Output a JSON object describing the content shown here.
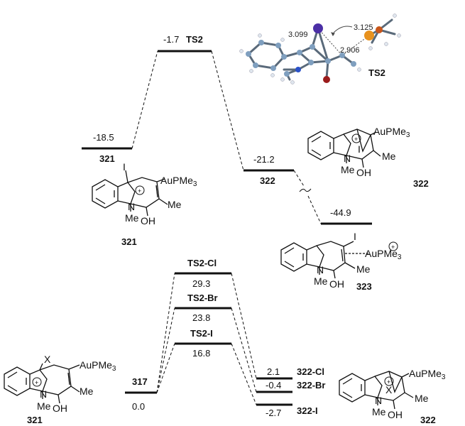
{
  "upper_profile": {
    "levels": [
      {
        "id": "321",
        "label": "321",
        "energy": "-18.5"
      },
      {
        "id": "TS2",
        "label": "TS2",
        "energy": "-1.7"
      },
      {
        "id": "322",
        "label": "322",
        "energy": "-21.2"
      },
      {
        "id": "323",
        "label": "",
        "energy": "-44.9"
      }
    ]
  },
  "lower_profile": {
    "levels": [
      {
        "id": "317",
        "label": "317",
        "energy": "0.0"
      },
      {
        "id": "TS2-Cl",
        "label": "TS2-Cl",
        "energy": "29.3"
      },
      {
        "id": "TS2-Br",
        "label": "TS2-Br",
        "energy": "23.8"
      },
      {
        "id": "TS2-I",
        "label": "TS2-I",
        "energy": "16.8"
      },
      {
        "id": "322-Cl",
        "label": "322-Cl",
        "energy": "2.1"
      },
      {
        "id": "322-Br",
        "label": "322-Br",
        "energy": "-0.4"
      },
      {
        "id": "322-I",
        "label": "322-I",
        "energy": "-2.7"
      }
    ]
  },
  "ts_model": {
    "label": "TS2",
    "distances": [
      "3.099",
      "3.125",
      "2.906"
    ]
  },
  "structures": {
    "s321_top": {
      "number": "321",
      "iodo": "I",
      "metal": "AuPMe",
      "metal_sub": "3",
      "n": "N",
      "n_me": "Me",
      "oh": "OH",
      "me": "Me",
      "charge": "+"
    },
    "s322_top": {
      "number": "322",
      "iodo": "I",
      "metal": "AuPMe",
      "metal_sub": "3",
      "n": "N",
      "n_me": "Me",
      "oh": "OH",
      "me": "Me",
      "charge": "+"
    },
    "s323": {
      "number": "323",
      "iodo": "I",
      "metal": "AuPMe",
      "metal_sub": "3",
      "n": "N",
      "n_me": "Me",
      "oh": "OH",
      "me": "Me",
      "charge": "+"
    },
    "s321_bottom": {
      "number": "321",
      "halogen": "X",
      "metal": "AuPMe",
      "metal_sub": "3",
      "n": "N",
      "n_me": "Me",
      "oh": "OH",
      "me": "Me",
      "charge": "+"
    },
    "s322_bottom": {
      "number": "322",
      "halogen": "X",
      "metal": "AuPMe",
      "metal_sub": "3",
      "n": "N",
      "n_me": "Me",
      "oh": "OH",
      "me": "Me",
      "charge": "+"
    }
  },
  "colors": {
    "ink": "#111111",
    "iodine": "#4b2fa6",
    "gold": "#e8921e",
    "phosphorus": "#c8561a",
    "bromine": "#9a1b1b",
    "carbon": "#7f9fbf",
    "hydrogen": "#dfe6ee",
    "nitrogen": "#2b52c9"
  }
}
